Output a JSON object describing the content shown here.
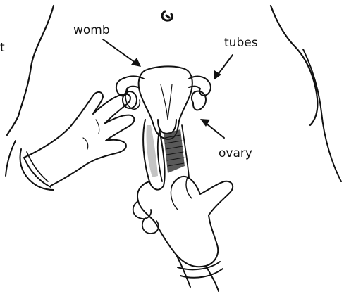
{
  "diagram": {
    "labels": {
      "cut_edge": "t",
      "womb": "womb",
      "tubes": "tubes",
      "ovary": "ovary"
    },
    "colors": {
      "ink": "#111111",
      "background": "#ffffff"
    }
  }
}
